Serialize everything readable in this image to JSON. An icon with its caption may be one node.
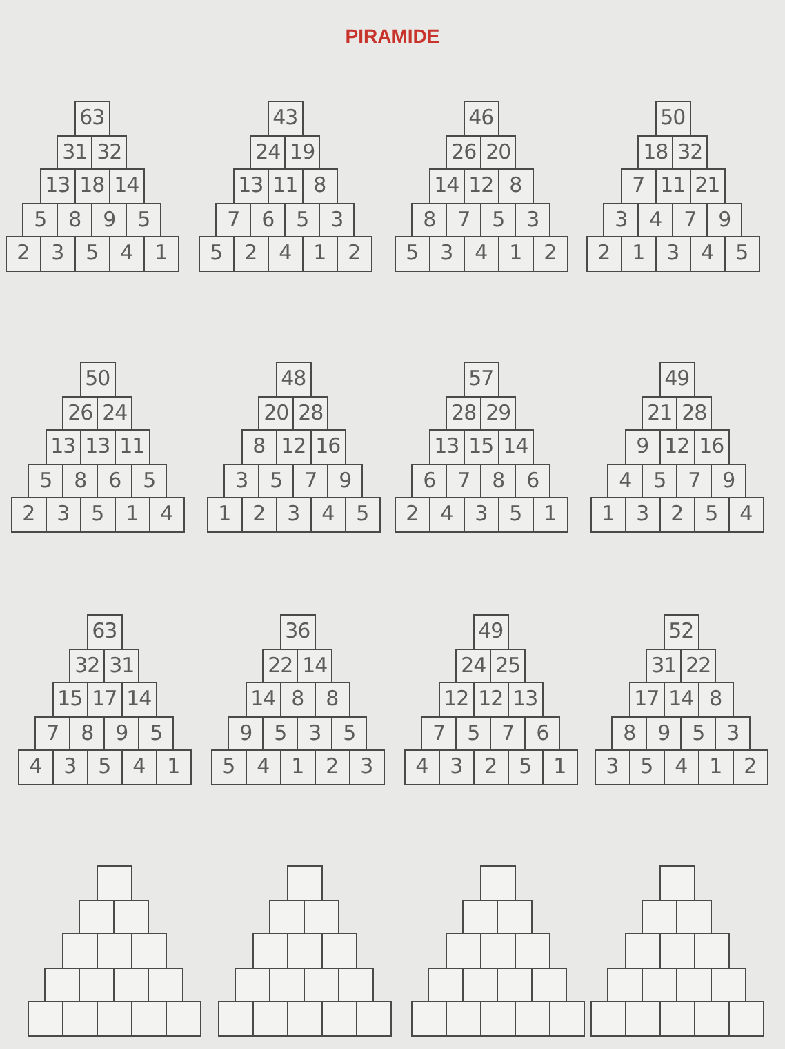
{
  "diagram": {
    "title": "PIRAMIDE",
    "nodes": [
      {
        "text": [
          "63"
        ]
      },
      {
        "text": [
          "31"
        ]
      },
      {
        "text": [
          "32"
        ]
      },
      {
        "text": [
          "13"
        ]
      },
      {
        "text": [
          "18"
        ]
      },
      {
        "text": [
          "14"
        ]
      },
      {
        "text": [
          "5"
        ]
      },
      {
        "text": [
          "8"
        ]
      },
      {
        "text": [
          "9"
        ]
      },
      {
        "text": [
          "5"
        ]
      },
      {
        "text": [
          "2"
        ]
      },
      {
        "text": [
          "3"
        ]
      },
      {
        "text": [
          "5"
        ]
      },
      {
        "text": [
          "4"
        ]
      },
      {
        "text": [
          "1"
        ]
      },
      {
        "text": [
          "43"
        ]
      },
      {
        "text": [
          "24"
        ]
      },
      {
        "text": [
          "19"
        ]
      },
      {
        "text": [
          "13"
        ]
      },
      {
        "text": [
          "11"
        ]
      },
      {
        "text": [
          "8"
        ]
      },
      {
        "text": [
          "7"
        ]
      },
      {
        "text": [
          "6"
        ]
      },
      {
        "text": [
          "5"
        ]
      },
      {
        "text": [
          "3"
        ]
      },
      {
        "text": [
          "5"
        ]
      },
      {
        "text": [
          "2"
        ]
      },
      {
        "text": [
          "4"
        ]
      },
      {
        "text": [
          "1"
        ]
      },
      {
        "text": [
          "2"
        ]
      },
      {
        "text": [
          "46"
        ]
      },
      {
        "text": [
          "26"
        ]
      },
      {
        "text": [
          "20"
        ]
      },
      {
        "text": [
          "14"
        ]
      },
      {
        "text": [
          "12"
        ]
      },
      {
        "text": [
          "8"
        ]
      },
      {
        "text": [
          "8"
        ]
      },
      {
        "text": [
          "7"
        ]
      },
      {
        "text": [
          "5"
        ]
      },
      {
        "text": [
          "3"
        ]
      },
      {
        "text": [
          "5"
        ]
      },
      {
        "text": [
          "3"
        ]
      },
      {
        "text": [
          "4"
        ]
      },
      {
        "text": [
          "1"
        ]
      },
      {
        "text": [
          "2"
        ]
      },
      {
        "text": [
          "50"
        ]
      },
      {
        "text": [
          "18"
        ]
      },
      {
        "text": [
          "32"
        ]
      },
      {
        "text": [
          "7"
        ]
      },
      {
        "text": [
          "11"
        ]
      },
      {
        "text": [
          "21"
        ]
      },
      {
        "text": [
          "3"
        ]
      },
      {
        "text": [
          "4"
        ]
      },
      {
        "text": [
          "7"
        ]
      },
      {
        "text": [
          "9"
        ]
      },
      {
        "text": [
          "2"
        ]
      },
      {
        "text": [
          "1"
        ]
      },
      {
        "text": [
          "3"
        ]
      },
      {
        "text": [
          "4"
        ]
      },
      {
        "text": [
          "5"
        ]
      },
      {
        "text": [
          "50"
        ]
      },
      {
        "text": [
          "26"
        ]
      },
      {
        "text": [
          "24"
        ]
      },
      {
        "text": [
          "13"
        ]
      },
      {
        "text": [
          "13"
        ]
      },
      {
        "text": [
          "11"
        ]
      },
      {
        "text": [
          "5"
        ]
      },
      {
        "text": [
          "8"
        ]
      },
      {
        "text": [
          "6"
        ]
      },
      {
        "text": [
          "5"
        ]
      },
      {
        "text": [
          "2"
        ]
      },
      {
        "text": [
          "3"
        ]
      },
      {
        "text": [
          "5"
        ]
      },
      {
        "text": [
          "1"
        ]
      },
      {
        "text": [
          "4"
        ]
      },
      {
        "text": [
          "48"
        ]
      },
      {
        "text": [
          "20"
        ]
      },
      {
        "text": [
          "28"
        ]
      },
      {
        "text": [
          "8"
        ]
      },
      {
        "text": [
          "12"
        ]
      },
      {
        "text": [
          "16"
        ]
      },
      {
        "text": [
          "3"
        ]
      },
      {
        "text": [
          "5"
        ]
      },
      {
        "text": [
          "7"
        ]
      },
      {
        "text": [
          "9"
        ]
      },
      {
        "text": [
          "1"
        ]
      },
      {
        "text": [
          "2"
        ]
      },
      {
        "text": [
          "3"
        ]
      },
      {
        "text": [
          "4"
        ]
      },
      {
        "text": [
          "5"
        ]
      },
      {
        "text": [
          "57"
        ]
      },
      {
        "text": [
          "28"
        ]
      },
      {
        "text": [
          "29"
        ]
      },
      {
        "text": [
          "13"
        ]
      },
      {
        "text": [
          "15"
        ]
      },
      {
        "text": [
          "14"
        ]
      },
      {
        "text": [
          "6"
        ]
      },
      {
        "text": [
          "7"
        ]
      },
      {
        "text": [
          "8"
        ]
      },
      {
        "text": [
          "6"
        ]
      },
      {
        "text": [
          "2"
        ]
      },
      {
        "text": [
          "4"
        ]
      },
      {
        "text": [
          "3"
        ]
      },
      {
        "text": [
          "5"
        ]
      },
      {
        "text": [
          "1"
        ]
      },
      {
        "text": [
          "49"
        ]
      },
      {
        "text": [
          "21"
        ]
      },
      {
        "text": [
          "28"
        ]
      },
      {
        "text": [
          "9"
        ]
      },
      {
        "text": [
          "12"
        ]
      },
      {
        "text": [
          "16"
        ]
      },
      {
        "text": [
          "4"
        ]
      },
      {
        "text": [
          "5"
        ]
      },
      {
        "text": [
          "7"
        ]
      },
      {
        "text": [
          "9"
        ]
      },
      {
        "text": [
          "1"
        ]
      },
      {
        "text": [
          "3"
        ]
      },
      {
        "text": [
          "2"
        ]
      },
      {
        "text": [
          "5"
        ]
      },
      {
        "text": [
          "4"
        ]
      },
      {
        "text": [
          "63"
        ]
      },
      {
        "text": [
          "32"
        ]
      },
      {
        "text": [
          "31"
        ]
      },
      {
        "text": [
          "15"
        ]
      },
      {
        "text": [
          "17"
        ]
      },
      {
        "text": [
          "14"
        ]
      },
      {
        "text": [
          "7"
        ]
      },
      {
        "text": [
          "8"
        ]
      },
      {
        "text": [
          "9"
        ]
      },
      {
        "text": [
          "5"
        ]
      },
      {
        "text": [
          "4"
        ]
      },
      {
        "text": [
          "3"
        ]
      },
      {
        "text": [
          "5"
        ]
      },
      {
        "text": [
          "4"
        ]
      },
      {
        "text": [
          "1"
        ]
      },
      {
        "text": [
          "36"
        ]
      },
      {
        "text": [
          "22"
        ]
      },
      {
        "text": [
          "14"
        ]
      },
      {
        "text": [
          "14"
        ]
      },
      {
        "text": [
          "8"
        ]
      },
      {
        "text": [
          "8"
        ]
      },
      {
        "text": [
          "9"
        ]
      },
      {
        "text": [
          "5"
        ]
      },
      {
        "text": [
          "3"
        ]
      },
      {
        "text": [
          "5"
        ]
      },
      {
        "text": [
          "5"
        ]
      },
      {
        "text": [
          "4"
        ]
      },
      {
        "text": [
          "1"
        ]
      },
      {
        "text": [
          "2"
        ]
      },
      {
        "text": [
          "3"
        ]
      },
      {
        "text": [
          "49"
        ]
      },
      {
        "text": [
          "24"
        ]
      },
      {
        "text": [
          "25"
        ]
      },
      {
        "text": [
          "12"
        ]
      },
      {
        "text": [
          "12"
        ]
      },
      {
        "text": [
          "13"
        ]
      },
      {
        "text": [
          "7"
        ]
      },
      {
        "text": [
          "5"
        ]
      },
      {
        "text": [
          "7"
        ]
      },
      {
        "text": [
          "6"
        ]
      },
      {
        "text": [
          "4"
        ]
      },
      {
        "text": [
          "3"
        ]
      },
      {
        "text": [
          "2"
        ]
      },
      {
        "text": [
          "5"
        ]
      },
      {
        "text": [
          "1"
        ]
      },
      {
        "text": [
          "52"
        ]
      },
      {
        "text": [
          "31"
        ]
      },
      {
        "text": [
          "22"
        ]
      },
      {
        "text": [
          "17"
        ]
      },
      {
        "text": [
          "14"
        ]
      },
      {
        "text": [
          "8"
        ]
      },
      {
        "text": [
          "8"
        ]
      },
      {
        "text": [
          "9"
        ]
      },
      {
        "text": [
          "5"
        ]
      },
      {
        "text": [
          "3"
        ]
      },
      {
        "text": [
          "3"
        ]
      },
      {
        "text": [
          "5"
        ]
      },
      {
        "text": [
          "4"
        ]
      },
      {
        "text": [
          "1"
        ]
      },
      {
        "text": [
          "2"
        ]
      },
      {
        "text": [],
        "shape": "box"
      },
      {
        "text": [],
        "shape": "box"
      },
      {
        "text": [],
        "shape": "box"
      },
      {
        "text": [],
        "shape": "box"
      },
      {
        "text": [],
        "shape": "box"
      },
      {
        "text": [],
        "shape": "box"
      },
      {
        "text": [],
        "shape": "box"
      },
      {
        "text": [],
        "shape": "box"
      },
      {
        "text": [],
        "shape": "box"
      },
      {
        "text": [],
        "shape": "box"
      },
      {
        "text": [],
        "shape": "box"
      },
      {
        "text": [],
        "shape": "box"
      },
      {
        "text": [],
        "shape": "box"
      },
      {
        "text": [],
        "shape": "box"
      },
      {
        "text": [],
        "shape": "box"
      },
      {
        "text": [],
        "shape": "box"
      },
      {
        "text": [],
        "shape": "box"
      },
      {
        "text": [],
        "shape": "box"
      },
      {
        "text": [],
        "shape": "box"
      },
      {
        "text": [],
        "shape": "box"
      },
      {
        "text": [],
        "shape": "box"
      },
      {
        "text": [],
        "shape": "box"
      },
      {
        "text": [],
        "shape": "box"
      },
      {
        "text": [],
        "shape": "box"
      },
      {
        "text": [],
        "shape": "box"
      },
      {
        "text": [],
        "shape": "box"
      },
      {
        "text": [],
        "shape": "box"
      },
      {
        "text": [],
        "shape": "box"
      },
      {
        "text": [],
        "shape": "box"
      },
      {
        "text": [],
        "shape": "box"
      },
      {
        "text": [],
        "shape": "box"
      },
      {
        "text": [],
        "shape": "box"
      },
      {
        "text": [],
        "shape": "box"
      },
      {
        "text": [],
        "shape": "box"
      },
      {
        "text": [],
        "shape": "box"
      },
      {
        "text": [],
        "shape": "box"
      },
      {
        "text": [],
        "shape": "box"
      },
      {
        "text": [],
        "shape": "box"
      },
      {
        "text": [],
        "shape": "box"
      },
      {
        "text": [],
        "shape": "box"
      },
      {
        "text": [],
        "shape": "box"
      },
      {
        "text": [],
        "shape": "box"
      },
      {
        "text": [],
        "shape": "box"
      },
      {
        "text": [],
        "shape": "box"
      },
      {
        "text": [],
        "shape": "box"
      },
      {
        "text": [],
        "shape": "box"
      },
      {
        "text": [],
        "shape": "box"
      },
      {
        "text": [],
        "shape": "box"
      },
      {
        "text": [],
        "shape": "box"
      },
      {
        "text": [],
        "shape": "box"
      },
      {
        "text": [],
        "shape": "box"
      },
      {
        "text": [],
        "shape": "box"
      },
      {
        "text": [],
        "shape": "box"
      },
      {
        "text": [],
        "shape": "box"
      },
      {
        "text": [],
        "shape": "box"
      },
      {
        "text": [],
        "shape": "box"
      },
      {
        "text": [],
        "shape": "box"
      },
      {
        "text": [],
        "shape": "box"
      },
      {
        "text": [],
        "shape": "box"
      },
      {
        "text": [],
        "shape": "box"
      }
    ]
  }
}
